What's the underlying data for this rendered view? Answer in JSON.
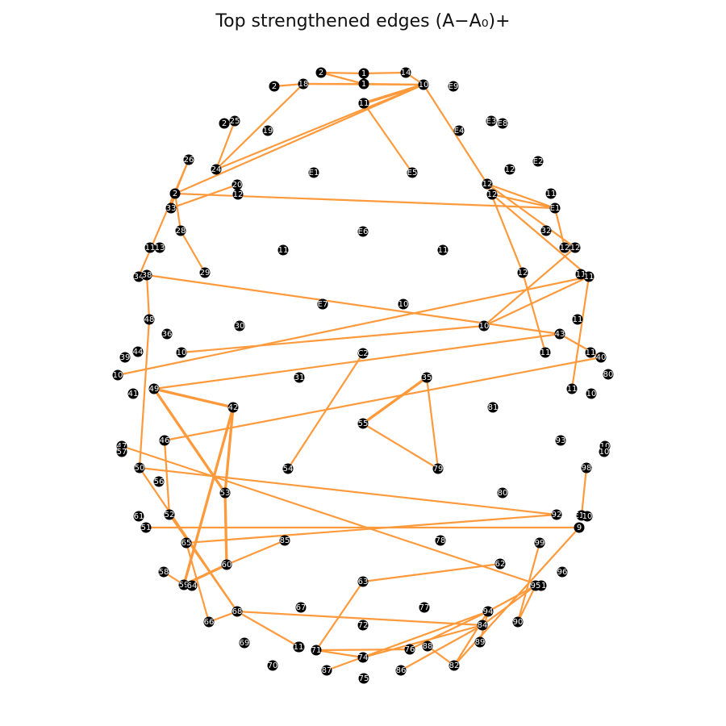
{
  "title": "Top strengthened edges (A−A₀)+",
  "edge_color": "#ff9a3c",
  "node_color": "#000000",
  "label_color": "#ffffff",
  "nodes": [
    {
      "id": "n1",
      "label": "2"
    },
    {
      "id": "n2",
      "label": "1"
    },
    {
      "id": "n3",
      "label": "1"
    },
    {
      "id": "n4",
      "label": "14"
    },
    {
      "id": "n5",
      "label": "2"
    },
    {
      "id": "n6",
      "label": "18"
    },
    {
      "id": "n7",
      "label": "1"
    },
    {
      "id": "n8",
      "label": "10"
    },
    {
      "id": "n9",
      "label": "E9"
    },
    {
      "id": "n10",
      "label": "11"
    },
    {
      "id": "n11",
      "label": "25"
    },
    {
      "id": "n12",
      "label": "2"
    },
    {
      "id": "n13",
      "label": "19"
    },
    {
      "id": "n14",
      "label": "E4"
    },
    {
      "id": "n15",
      "label": "E3"
    },
    {
      "id": "n16",
      "label": "E8"
    },
    {
      "id": "n17",
      "label": "26"
    },
    {
      "id": "n18",
      "label": "24"
    },
    {
      "id": "n19",
      "label": "E1"
    },
    {
      "id": "n20",
      "label": "E5"
    },
    {
      "id": "n21",
      "label": "12"
    },
    {
      "id": "n22",
      "label": "E2"
    },
    {
      "id": "n23",
      "label": "12"
    },
    {
      "id": "n24",
      "label": "20"
    },
    {
      "id": "n25",
      "label": "2"
    },
    {
      "id": "n26",
      "label": "12"
    },
    {
      "id": "n27",
      "label": "11"
    },
    {
      "id": "n28",
      "label": "12"
    },
    {
      "id": "n29",
      "label": "33"
    },
    {
      "id": "n30",
      "label": "E1"
    },
    {
      "id": "n31",
      "label": "28"
    },
    {
      "id": "n32",
      "label": "E6"
    },
    {
      "id": "n33",
      "label": "11"
    },
    {
      "id": "n34",
      "label": "11"
    },
    {
      "id": "n35",
      "label": "32"
    },
    {
      "id": "n36",
      "label": "12"
    },
    {
      "id": "n37",
      "label": "12"
    },
    {
      "id": "n38",
      "label": "12"
    },
    {
      "id": "n39",
      "label": "13"
    },
    {
      "id": "n40",
      "label": "11"
    },
    {
      "id": "n41",
      "label": "29"
    },
    {
      "id": "n42",
      "label": "11"
    },
    {
      "id": "n43",
      "label": "34"
    },
    {
      "id": "n44",
      "label": "38"
    },
    {
      "id": "n45",
      "label": "11"
    },
    {
      "id": "n46",
      "label": "1"
    },
    {
      "id": "n47",
      "label": "E7"
    },
    {
      "id": "n48",
      "label": "10"
    },
    {
      "id": "n49",
      "label": "48"
    },
    {
      "id": "n50",
      "label": "11"
    },
    {
      "id": "n51",
      "label": "30"
    },
    {
      "id": "n52",
      "label": "10"
    },
    {
      "id": "n53",
      "label": "43"
    },
    {
      "id": "n54",
      "label": "36"
    },
    {
      "id": "n55",
      "label": "39"
    },
    {
      "id": "n56",
      "label": "44"
    },
    {
      "id": "n57",
      "label": "C2"
    },
    {
      "id": "n58",
      "label": "10"
    },
    {
      "id": "n59",
      "label": "11"
    },
    {
      "id": "n60",
      "label": "11"
    },
    {
      "id": "n61",
      "label": "40"
    },
    {
      "id": "n62",
      "label": "10"
    },
    {
      "id": "n63",
      "label": "31"
    },
    {
      "id": "n64",
      "label": "80"
    },
    {
      "id": "n65",
      "label": "41"
    },
    {
      "id": "n66",
      "label": "49"
    },
    {
      "id": "n67",
      "label": "11"
    },
    {
      "id": "n68",
      "label": "10"
    },
    {
      "id": "n69",
      "label": "35"
    },
    {
      "id": "n70",
      "label": "81"
    },
    {
      "id": "n71",
      "label": "55"
    },
    {
      "id": "n72",
      "label": "42"
    },
    {
      "id": "n73",
      "label": "93"
    },
    {
      "id": "n74",
      "label": "10"
    },
    {
      "id": "n75",
      "label": "46"
    },
    {
      "id": "n76",
      "label": "47"
    },
    {
      "id": "n77",
      "label": "54"
    },
    {
      "id": "n78",
      "label": "79"
    },
    {
      "id": "n79",
      "label": "98"
    },
    {
      "id": "n80",
      "label": "50"
    },
    {
      "id": "n81",
      "label": "10"
    },
    {
      "id": "n82",
      "label": "53"
    },
    {
      "id": "n83",
      "label": "80"
    },
    {
      "id": "n84",
      "label": "56"
    },
    {
      "id": "n85",
      "label": "57"
    },
    {
      "id": "n86",
      "label": "52"
    },
    {
      "id": "n87",
      "label": "92"
    },
    {
      "id": "n88",
      "label": "E10"
    },
    {
      "id": "n89",
      "label": "10"
    },
    {
      "id": "n90",
      "label": "51"
    },
    {
      "id": "n91",
      "label": "9"
    },
    {
      "id": "n92",
      "label": "61"
    },
    {
      "id": "n93",
      "label": "65"
    },
    {
      "id": "n94",
      "label": "78"
    },
    {
      "id": "n95",
      "label": "99"
    },
    {
      "id": "n96",
      "label": "60"
    },
    {
      "id": "n97",
      "label": "85"
    },
    {
      "id": "n98",
      "label": "58"
    },
    {
      "id": "n99",
      "label": "96"
    },
    {
      "id": "n100",
      "label": "63"
    },
    {
      "id": "n101",
      "label": "59"
    },
    {
      "id": "n102",
      "label": "62"
    },
    {
      "id": "n103",
      "label": "91"
    },
    {
      "id": "n104",
      "label": "95"
    },
    {
      "id": "n105",
      "label": "64"
    },
    {
      "id": "n106",
      "label": "68"
    },
    {
      "id": "n107",
      "label": "77"
    },
    {
      "id": "n108",
      "label": "94"
    },
    {
      "id": "n109",
      "label": "67"
    },
    {
      "id": "n110",
      "label": "66"
    },
    {
      "id": "n111",
      "label": "72"
    },
    {
      "id": "n112",
      "label": "84"
    },
    {
      "id": "n113",
      "label": "90"
    },
    {
      "id": "n114",
      "label": "69"
    },
    {
      "id": "n115",
      "label": "73"
    },
    {
      "id": "n116",
      "label": "71"
    },
    {
      "id": "n117",
      "label": "89"
    },
    {
      "id": "n118",
      "label": "76"
    },
    {
      "id": "n119",
      "label": "88"
    },
    {
      "id": "n120",
      "label": "86"
    },
    {
      "id": "n121",
      "label": "74"
    },
    {
      "id": "n122",
      "label": "87"
    },
    {
      "id": "n123",
      "label": "82"
    },
    {
      "id": "n124",
      "label": "70"
    },
    {
      "id": "n125",
      "label": "75"
    },
    {
      "id": "n126",
      "label": "11"
    }
  ],
  "edges": [
    [
      "n1",
      "n2",
      1
    ],
    [
      "n1",
      "n3",
      1
    ],
    [
      "n2",
      "n4",
      1
    ],
    [
      "n3",
      "n6",
      1
    ],
    [
      "n4",
      "n8",
      1
    ],
    [
      "n6",
      "n8",
      1
    ],
    [
      "n3",
      "n8",
      1
    ],
    [
      "n7",
      "n8",
      2
    ],
    [
      "n7",
      "n10",
      3
    ],
    [
      "n10",
      "n8",
      2
    ],
    [
      "n5",
      "n6",
      1
    ],
    [
      "n6",
      "n18",
      1
    ],
    [
      "n8",
      "n18",
      1
    ],
    [
      "n8",
      "n25",
      1
    ],
    [
      "n8",
      "n23",
      1
    ],
    [
      "n7",
      "n20",
      1
    ],
    [
      "n11",
      "n12",
      1
    ],
    [
      "n11",
      "n18",
      1
    ],
    [
      "n17",
      "n25",
      1
    ],
    [
      "n17",
      "n43",
      1
    ],
    [
      "n25",
      "n31",
      1
    ],
    [
      "n31",
      "n41",
      1
    ],
    [
      "n25",
      "n29",
      1
    ],
    [
      "n29",
      "n24",
      1
    ],
    [
      "n43",
      "n44",
      1
    ],
    [
      "n23",
      "n38",
      1
    ],
    [
      "n23",
      "n36",
      1
    ],
    [
      "n23",
      "n30",
      1
    ],
    [
      "n25",
      "n30",
      1
    ],
    [
      "n26",
      "n30",
      1
    ],
    [
      "n30",
      "n37",
      1
    ],
    [
      "n36",
      "n37",
      1
    ],
    [
      "n26",
      "n45",
      1
    ],
    [
      "n38",
      "n59",
      1
    ],
    [
      "n45",
      "n52",
      1
    ],
    [
      "n45",
      "n62",
      1
    ],
    [
      "n45",
      "n67",
      1
    ],
    [
      "n36",
      "n52",
      1
    ],
    [
      "n52",
      "n58",
      1
    ],
    [
      "n44",
      "n53",
      1
    ],
    [
      "n53",
      "n66",
      1
    ],
    [
      "n53",
      "n61",
      1
    ],
    [
      "n44",
      "n49",
      1
    ],
    [
      "n61",
      "n75",
      1
    ],
    [
      "n49",
      "n80",
      1
    ],
    [
      "n75",
      "n86",
      1
    ],
    [
      "n66",
      "n82",
      2
    ],
    [
      "n66",
      "n72",
      2
    ],
    [
      "n72",
      "n82",
      2
    ],
    [
      "n72",
      "n101",
      2
    ],
    [
      "n80",
      "n87",
      1
    ],
    [
      "n82",
      "n96",
      2
    ],
    [
      "n96",
      "n101",
      2
    ],
    [
      "n96",
      "n97",
      1
    ],
    [
      "n101",
      "n98",
      1
    ],
    [
      "n87",
      "n93",
      1
    ],
    [
      "n80",
      "n106",
      1
    ],
    [
      "n86",
      "n106",
      1
    ],
    [
      "n106",
      "n110",
      1
    ],
    [
      "n106",
      "n115",
      1
    ],
    [
      "n106",
      "n112",
      1
    ],
    [
      "n93",
      "n110",
      1
    ],
    [
      "n100",
      "n116",
      1
    ],
    [
      "n116",
      "n118",
      1
    ],
    [
      "n116",
      "n121",
      1
    ],
    [
      "n102",
      "n100",
      1
    ],
    [
      "n57",
      "n77",
      1
    ],
    [
      "n69",
      "n71",
      2
    ],
    [
      "n71",
      "n78",
      1
    ],
    [
      "n69",
      "n78",
      1
    ],
    [
      "n76",
      "n103",
      1
    ],
    [
      "n103",
      "n104",
      1
    ],
    [
      "n104",
      "n108",
      1
    ],
    [
      "n104",
      "n112",
      1
    ],
    [
      "n108",
      "n117",
      1
    ],
    [
      "n108",
      "n123",
      1
    ],
    [
      "n108",
      "n118",
      1
    ],
    [
      "n108",
      "n122",
      1
    ],
    [
      "n112",
      "n121",
      1
    ],
    [
      "n112",
      "n120",
      1
    ],
    [
      "n113",
      "n104",
      1
    ],
    [
      "n113",
      "n95",
      1
    ],
    [
      "n90",
      "n91",
      1
    ],
    [
      "n91",
      "n123",
      1
    ],
    [
      "n79",
      "n88",
      1
    ],
    [
      "n88",
      "n89",
      1
    ],
    [
      "n119",
      "n123",
      1
    ]
  ]
}
